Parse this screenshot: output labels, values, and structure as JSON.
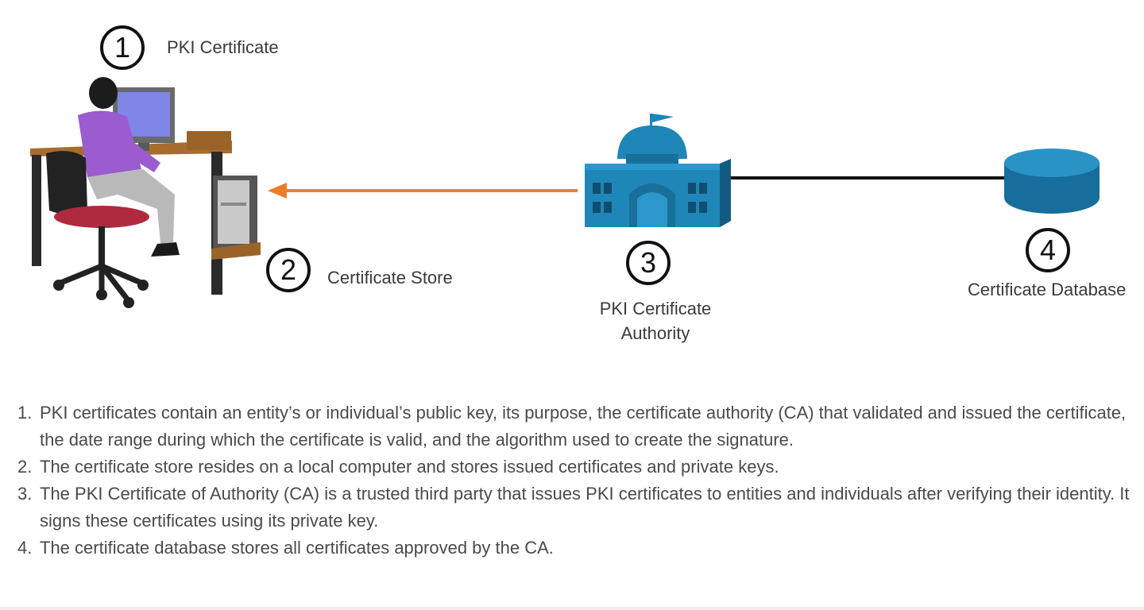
{
  "callouts": [
    {
      "number": "1",
      "label": "PKI Certificate"
    },
    {
      "number": "2",
      "label": "Certificate Store"
    },
    {
      "number": "3",
      "label_line1": "PKI Certificate",
      "label_line2": "Authority"
    },
    {
      "number": "4",
      "label": "Certificate Database"
    }
  ],
  "notes": [
    {
      "number": "1.",
      "text": "PKI certificates contain an entity’s or individual’s public key, its purpose, the certificate authority (CA) that validated and issued the certificate, the date range during which the certificate is valid, and the algorithm used to create the signature."
    },
    {
      "number": "2.",
      "text": "The certificate store resides on a local computer and stores issued certificates and private keys."
    },
    {
      "number": "3.",
      "text": "The PKI Certificate of Authority (CA) is a trusted third party that issues PKI certificates to entities and individuals after verifying their identity. It signs these certificates using its private key."
    },
    {
      "number": "4.",
      "text": "The certificate database stores all certificates approved by the CA."
    }
  ],
  "colors": {
    "arrow": "#f07c2a",
    "connector": "#111111",
    "authority_building": "#1f86b8",
    "database": "#1f7fb0",
    "user_shirt": "#9b5ccf",
    "chair_seat": "#b02a3f"
  },
  "icons": [
    "user-at-workstation-icon",
    "government-building-icon",
    "database-cylinder-icon",
    "arrow-left-icon"
  ]
}
